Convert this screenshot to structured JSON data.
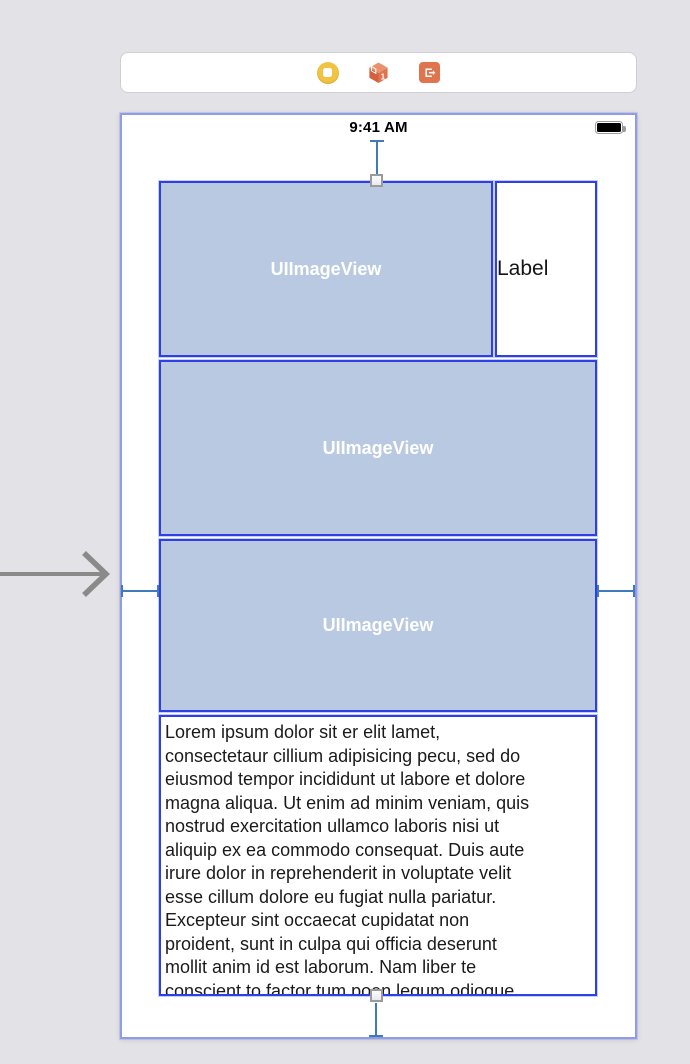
{
  "scene_toolbar": {
    "first_responder_badge": "1",
    "icons": {
      "view_controller": {
        "name": "view-controller-icon",
        "color": "#f1c342"
      },
      "first_responder": {
        "name": "first-responder-icon",
        "color": "#e0744e"
      },
      "exit": {
        "name": "exit-icon",
        "color": "#e0744e"
      }
    }
  },
  "status_bar": {
    "time": "9:41 AM",
    "battery": "battery-full-icon"
  },
  "views": {
    "image_view_1": {
      "text": "UIImageView"
    },
    "label_1": {
      "text": "Label"
    },
    "image_view_2": {
      "text": "UIImageView"
    },
    "image_view_3": {
      "text": "UIImageView"
    },
    "text_view": {
      "lines": [
        "Lorem ipsum dolor sit er elit lamet,",
        "consectetaur cillium adipisicing pecu, sed do",
        "eiusmod tempor incididunt ut labore et dolore",
        "magna aliqua. Ut enim ad minim veniam, quis",
        "nostrud exercitation ullamco laboris nisi ut",
        "aliquip ex ea commodo consequat. Duis aute",
        "irure dolor in reprehenderit in voluptate velit",
        "esse cillum dolore eu fugiat nulla pariatur.",
        "Excepteur sint occaecat cupidatat non",
        "proident, sunt in culpa qui officia deserunt",
        "mollit anim id est laborum. Nam liber te",
        "conscient to factor tum poen legum odioque"
      ]
    }
  },
  "colors": {
    "canvas_bg": "#e2e2e7",
    "image_view_fill": "#bac9e2",
    "view_border_blue": "#2e3fe8",
    "device_selection_border": "#8f9cee",
    "constraint_blue": "#4179bd",
    "entry_arrow_gray": "#8a8a8a",
    "view_controller_yellow": "#f1c342",
    "responder_orange": "#e0744e"
  }
}
